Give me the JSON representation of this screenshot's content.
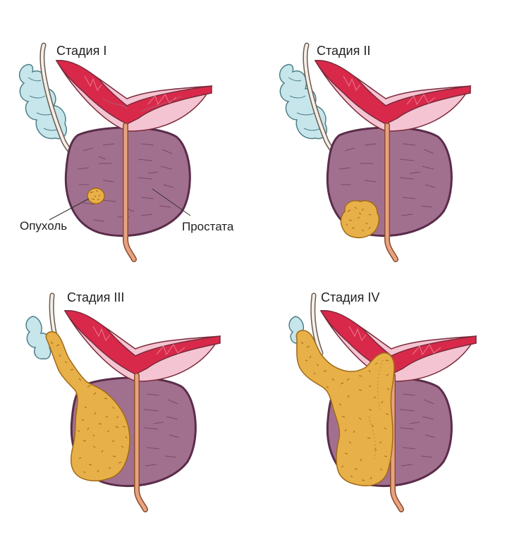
{
  "panels": [
    {
      "title": "Стадия I"
    },
    {
      "title": "Стадия II"
    },
    {
      "title": "Стадия III"
    },
    {
      "title": "Стадия IV"
    }
  ],
  "labels": {
    "tumor": "Опухоль",
    "prostate": "Простата"
  },
  "colors": {
    "prostate_fill": "#a2708f",
    "prostate_stroke": "#5a2d4a",
    "bladder_wall": "#d9294a",
    "bladder_inner": "#f5c4d2",
    "urethra": "#e8a37f",
    "urethra_stroke": "#8a4b2f",
    "vesicle": "#c7e6ec",
    "vesicle_stroke": "#4d7f88",
    "tumor_fill": "#e8b048",
    "tumor_stroke": "#a06a18"
  }
}
